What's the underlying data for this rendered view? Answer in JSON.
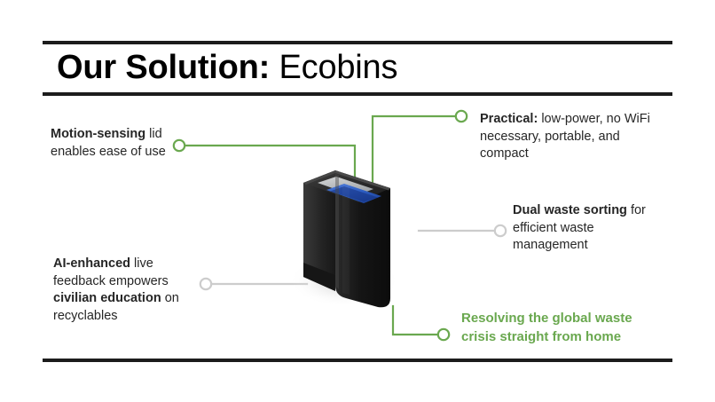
{
  "slide": {
    "background_color": "#ffffff",
    "accent_green": "#6aa84f",
    "connector_green": "#6aa84f",
    "connector_gray": "#cccccc",
    "rule_color": "#1c1c1c",
    "text_color": "#262626"
  },
  "title": {
    "bold_part": "Our Solution:",
    "light_part": " Ecobins",
    "full": "Our Solution: Ecobins"
  },
  "callouts": {
    "motion": {
      "bold": "Motion-sensing",
      "rest": " lid enables ease of use",
      "full": "Motion-sensing lid enables ease of use"
    },
    "practical": {
      "bold": "Practical:",
      "rest": " low-power, no WiFi necessary, portable, and compact",
      "full": "Practical: low-power, no WiFi necessary, portable, and compact"
    },
    "dual_waste": {
      "bold": "Dual waste sorting",
      "rest": " for efficient waste management",
      "full": "Dual waste sorting for efficient waste management"
    },
    "ai": {
      "bold_1": "AI-enhanced",
      "mid": " live feedback empowers ",
      "bold_2": "civilian education",
      "rest": " on recyclables",
      "full": "AI-enhanced live feedback empowers civilian education on recyclables"
    },
    "tagline": {
      "text": "Resolving the global waste crisis straight from home"
    }
  },
  "illustration": {
    "name": "ecobin-trash-can",
    "body_color": "#1a1a1a",
    "liner_color": "#2f5fc4",
    "inner_color": "#b9bcbe"
  }
}
